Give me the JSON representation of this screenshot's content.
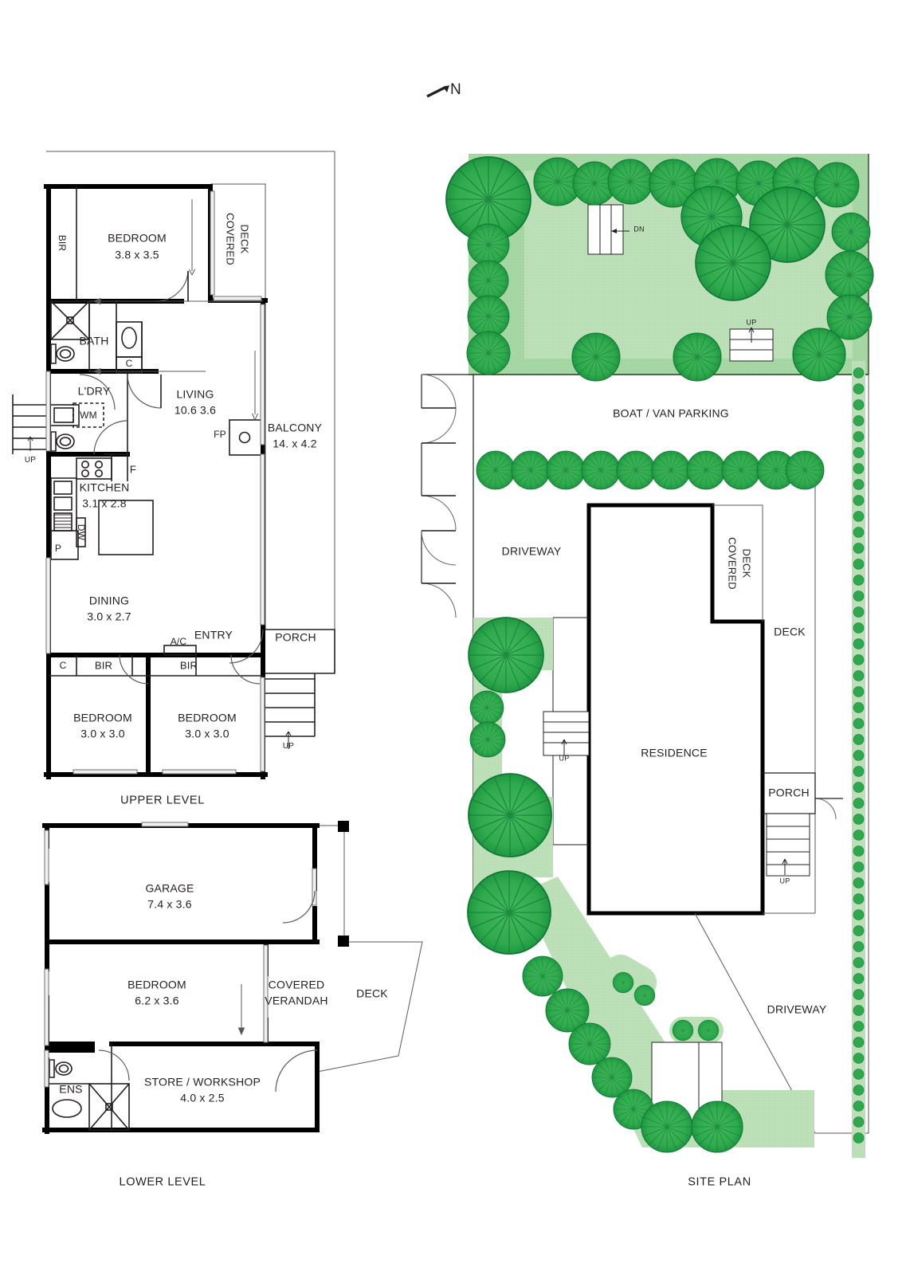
{
  "document": {
    "type": "real-estate-floorplan",
    "north_indicator": "N",
    "captions": {
      "upper_level": "UPPER LEVEL",
      "lower_level": "LOWER LEVEL",
      "site_plan": "SITE PLAN"
    }
  },
  "colors": {
    "ink": "#231f20",
    "wall": "#000000",
    "thin_line": "#58595b",
    "tree_fill": "#2faa4d",
    "tree_stroke": "#0e7a33",
    "lawn_fill": "#a6d7a4",
    "lawn_light": "#bfe0bb",
    "paper": "#ffffff"
  },
  "upper_level": {
    "caption": "UPPER LEVEL",
    "rooms": [
      {
        "name": "BEDROOM",
        "dims": "3.8 x 3.5"
      },
      {
        "name": "COVERED\nDECK",
        "dims": ""
      },
      {
        "name": "BATH",
        "dims": ""
      },
      {
        "name": "L'DRY",
        "dims": ""
      },
      {
        "name": "LIVING",
        "dims": "10.6 3.6"
      },
      {
        "name": "BALCONY",
        "dims": "14. x 4.2"
      },
      {
        "name": "KITCHEN",
        "dims": "3.1 x 2.8"
      },
      {
        "name": "DINING",
        "dims": "3.0 x 2.7"
      },
      {
        "name": "ENTRY",
        "dims": ""
      },
      {
        "name": "PORCH",
        "dims": ""
      },
      {
        "name": "BEDROOM",
        "dims": "3.0 x 3.0"
      },
      {
        "name": "BEDROOM",
        "dims": "3.0 x 3.0"
      }
    ],
    "annotations": {
      "bir_top": "BIR",
      "closet_bath": "C",
      "wm": "WM",
      "fridge": "F",
      "dishwasher": "DW",
      "pantry": "P",
      "fireplace": "FP",
      "aircon": "A/C",
      "closet_left": "C",
      "bir_left": "BIR",
      "bir_right": "BIR",
      "up_left": "UP",
      "up_right": "UP"
    }
  },
  "lower_level": {
    "caption": "LOWER LEVEL",
    "rooms": [
      {
        "name": "GARAGE",
        "dims": "7.4 x 3.6"
      },
      {
        "name": "BEDROOM",
        "dims": "6.2 x 3.6"
      },
      {
        "name": "COVERED\nVERANDAH",
        "dims": ""
      },
      {
        "name": "DECK",
        "dims": ""
      },
      {
        "name": "STORE / WORKSHOP",
        "dims": "4.0 x 2.5"
      },
      {
        "name": "ENS",
        "dims": ""
      }
    ]
  },
  "site_plan": {
    "caption": "SITE PLAN",
    "labels": [
      "BOAT / VAN PARKING",
      "DRIVEWAY",
      "COVERED\nDECK",
      "DECK",
      "RESIDENCE",
      "PORCH",
      "DRIVEWAY"
    ],
    "stair_markers": [
      {
        "text": "DN"
      },
      {
        "text": "UP"
      },
      {
        "text": "UP"
      },
      {
        "text": "UP"
      }
    ]
  },
  "room_labels": {
    "bedroom": "BEDROOM",
    "bedroom_1_dims": "3.8 x 3.5",
    "covered_deck": "COVERED",
    "deck_word": "DECK",
    "bath": "BATH",
    "ldry": "L'DRY",
    "living": "LIVING",
    "living_dims": "10.6 3.6",
    "balcony": "BALCONY",
    "balcony_dims": "14. x 4.2",
    "kitchen": "KITCHEN",
    "kitchen_dims": "3.1 x 2.8",
    "dining": "DINING",
    "dining_dims": "3.0 x 2.7",
    "entry": "ENTRY",
    "porch": "PORCH",
    "bed2_dims": "3.0 x 3.0",
    "bed3_dims": "3.0 x 3.0",
    "garage": "GARAGE",
    "garage_dims": "7.4 x 3.6",
    "bed_lower_dims": "6.2 x 3.6",
    "covered_verandah_1": "COVERED",
    "covered_verandah_2": "VERANDAH",
    "deck_lower": "DECK",
    "store_workshop": "STORE / WORKSHOP",
    "store_dims": "4.0 x 2.5",
    "ens": "ENS",
    "boat_van_parking": "BOAT / VAN PARKING",
    "driveway": "DRIVEWAY",
    "residence": "RESIDENCE",
    "site_covered": "COVERED",
    "site_deck_word": "DECK",
    "site_deck": "DECK",
    "site_porch": "PORCH",
    "driveway_2": "DRIVEWAY",
    "dn": "DN",
    "up": "UP",
    "bir": "BIR",
    "c": "C",
    "wm": "WM",
    "f": "F",
    "dw": "DW",
    "p": "P",
    "fp": "FP",
    "ac": "A/C",
    "n": "N"
  }
}
